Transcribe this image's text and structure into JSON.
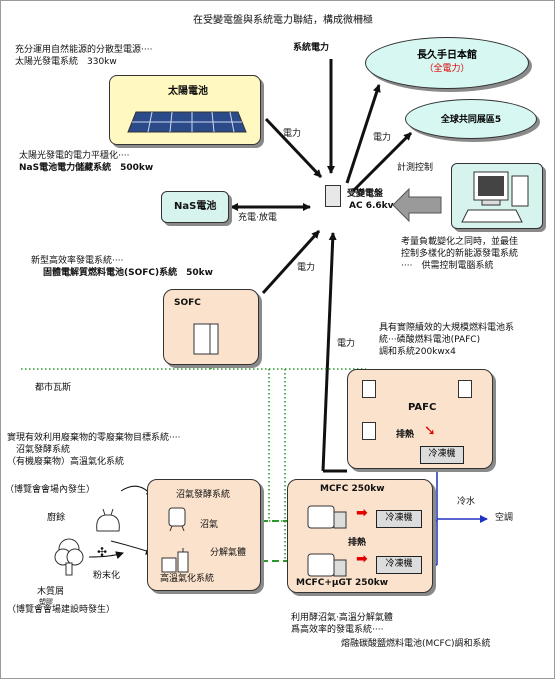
{
  "diagram": {
    "title": "在受變電盤與系統電力聯結，構成微柵極",
    "solar_note": [
      "充分運用自然能源的分散型電源‧‧‧‧",
      "太陽光發電系統　330kw"
    ],
    "solar_box": "太陽電池",
    "nas_note": [
      "太陽光發電的電力平穩化‧‧‧‧",
      "NaS電池電力儲藏系統　500kw"
    ],
    "nas_box": "NaS電池",
    "charge_label": "充電‧放電",
    "sofc_note": [
      "新型高效率發電系統‧‧‧‧",
      "固體電解質燃料電池(SOFC)系統　50kw"
    ],
    "sofc_box": "SOFC",
    "grid_label": "系統電力",
    "pavilion_title": "長久手日本館",
    "pavilion_sub": "（全電力）",
    "global_label": "全球共同展區5",
    "substation": [
      "受變電盤",
      "AC 6.6kv"
    ],
    "power_label": "電力",
    "control_label": "計測控制",
    "control_note": [
      "考量負載變化之同時，並最佳",
      "控制多樣化的新能源發電系統",
      "‧‧‧‧　供需控制電腦系統"
    ],
    "pafc_note": [
      "具有實際績效的大規模燃料電池系",
      "統‧‧‧磷酸燃料電池(PAFC)",
      "調和系統200kwx4"
    ],
    "pafc_label": "PAFC",
    "exhaust_label": "排熱",
    "chiller_label": "冷凍機",
    "city_gas": "都市瓦斯",
    "waste_note": [
      "實現有效利用廢棄物的零廢棄物目標系統‧‧‧‧",
      "　沼氣發酵系統",
      "（有機廢棄物）高溫氣化系統"
    ],
    "expo_gen": "（博覽會會場內發生）",
    "food_waste": "廚餘",
    "biogas_system": "沼氣發酵系統",
    "biogas": "沼氣",
    "decomp_gas": "分解氣體",
    "gasification": "高溫氣化系統",
    "powder": "粉末化",
    "wood": "木質屑",
    "plastic": "塑膠",
    "expo_construct": "（博覽會會場建設時發生）",
    "mcfc_top": "MCFC 250kw",
    "mcfc_bottom": "MCFC+μGT 250kw",
    "cold_water": "冷水",
    "aircon": "空調",
    "mcfc_note": [
      "利用酵沼氣‧高溫分解氣體",
      "爲高效率的發電系統‧‧‧‧",
      "熔融碳酸鹽燃料電池(MCFC)調和系統"
    ],
    "colors": {
      "yellow_box": "#fff8c0",
      "peach_box": "#fbe2cc",
      "teal_box": "#d6f3ee",
      "green_dots": "#2a9a2a",
      "blue_line": "#2030c0",
      "red_arrow": "#e00000"
    }
  }
}
